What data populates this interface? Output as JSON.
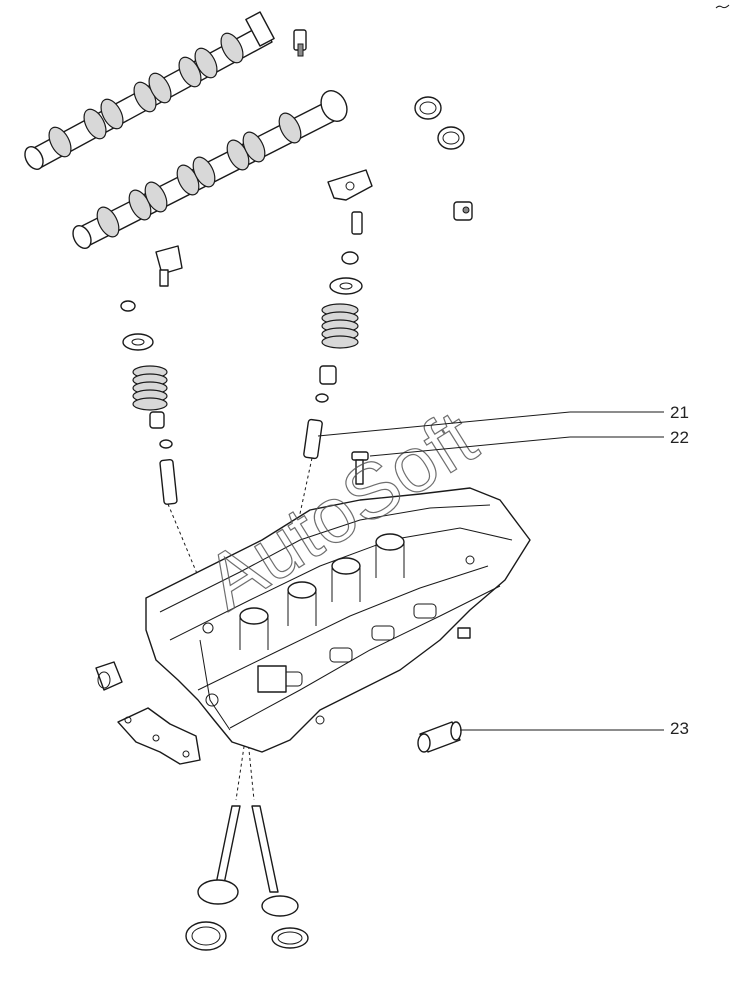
{
  "callouts": [
    {
      "id": "21",
      "label": "21"
    },
    {
      "id": "22",
      "label": "22"
    },
    {
      "id": "23",
      "label": "23"
    }
  ],
  "watermark": {
    "text": "AutoSoft"
  },
  "colors": {
    "line": "#1a1a1a",
    "background": "#ffffff",
    "shade": "#d8d8d8"
  }
}
